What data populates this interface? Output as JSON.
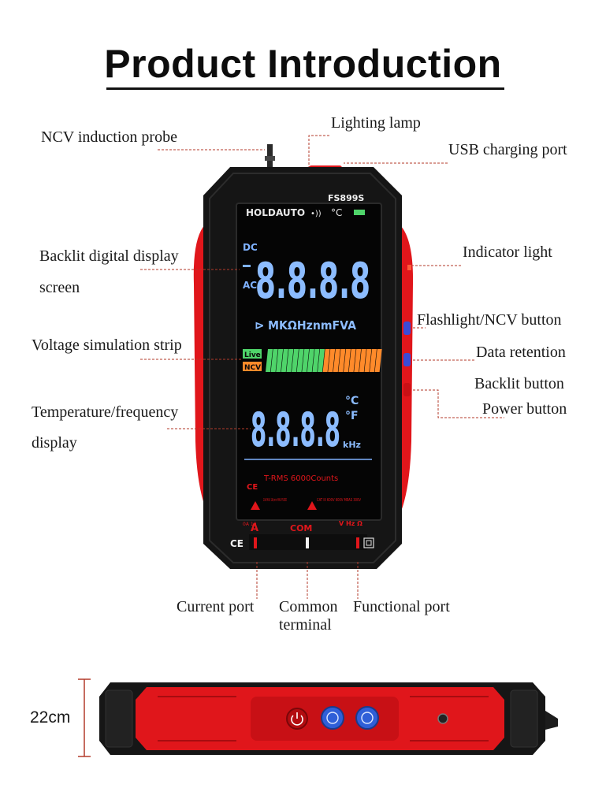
{
  "title": "Product Introduction",
  "device": {
    "model": "FS899S",
    "lcd": {
      "indicators": [
        "HOLD",
        "AUTO",
        "•))",
        "°C"
      ],
      "dc_label": "DC",
      "ac_label": "AC",
      "main_digits": "8.8.8.8",
      "units": "MKΩHznmFVA",
      "live_label": "Live",
      "ncv_label": "NCV",
      "secondary_digits": "8.8.8.8",
      "temp_c": "°C",
      "temp_f": "°F",
      "khz": "kHz",
      "trms": "T-RMS 6000Counts"
    },
    "ports": {
      "current_label": "A",
      "current_rating": "0A 10",
      "com_label": "COM",
      "v_label": "V Hz Ω",
      "fuse_note": "10A MAX 10s/min MAX FUSED",
      "cat_note": "CAT III 600V 600V MEAS 300V"
    }
  },
  "labels": {
    "ncv_probe": "NCV induction probe",
    "lighting_lamp": "Lighting lamp",
    "usb_port": "USB charging port",
    "backlit_display_1": "Backlit digital display",
    "backlit_display_2": "screen",
    "indicator_light": "Indicator light",
    "flashlight_ncv": "Flashlight/NCV button",
    "voltage_strip": "Voltage simulation strip",
    "data_retention": "Data retention",
    "backlit_button": "Backlit button",
    "power_button": "Power button",
    "temp_freq_1": "Temperature/frequency",
    "temp_freq_2": "display",
    "current_port": "Current port",
    "common_terminal_1": "Common",
    "common_terminal_2": "terminal",
    "functional_port": "Functional port",
    "thickness": "22cm"
  },
  "colors": {
    "red": "#e0161b",
    "black": "#151515",
    "lcd_blue": "#7fb2ff",
    "lcd_orange": "#ff8a2a",
    "lcd_green": "#4fd46a",
    "leader": "#b33a2a"
  }
}
